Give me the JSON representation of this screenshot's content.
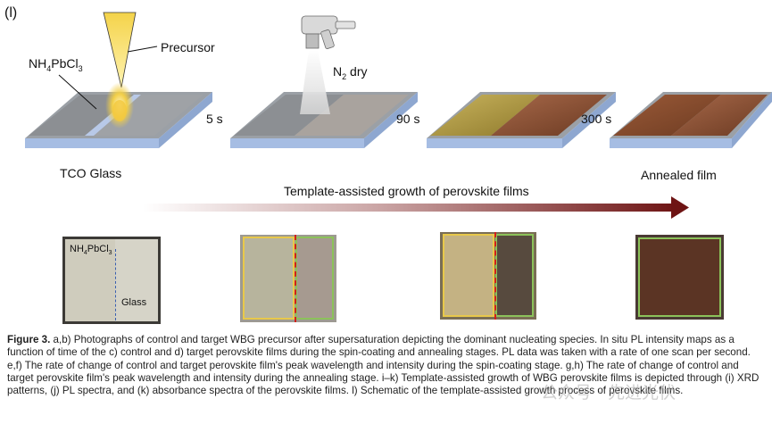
{
  "panel_label": "(l)",
  "schematic": {
    "precursor_label": "Precursor",
    "nh4pbcl3": {
      "main": "NH",
      "sub1": "4",
      "mid": "PbCl",
      "sub2": "3"
    },
    "n2dry": {
      "main": "N",
      "sub": "2",
      "rest": " dry"
    },
    "times": [
      "5 s",
      "90 s",
      "300 s"
    ],
    "tco_glass_label": "TCO Glass",
    "annealed_label": "Annealed film",
    "growth_label": "Template-assisted growth of perovskite films",
    "colors": {
      "glass_blue": "#a6bde3",
      "grey_film": "#8f9194",
      "yellow_film": "#b09a48",
      "brown_film": "#8a5235",
      "arrow_dark": "#6e1414"
    }
  },
  "photos": {
    "photo1": {
      "nh4": {
        "main": "NH",
        "sub1": "4",
        "mid": "PbCl",
        "sub2": "3"
      },
      "glass": "Glass"
    },
    "border_colors": {
      "yellow": "#e8c84a",
      "red_dashed": "#d0201c",
      "green": "#8cc25a"
    }
  },
  "caption": {
    "label": "Figure 3.",
    "text": " a,b) Photographs of control and target WBG precursor after supersaturation depicting the dominant nucleating species. In situ PL intensity maps as a function of time of the c) control and d) target perovskite films during the spin-coating and annealing stages. PL data was taken with a rate of one scan per second. e,f) The rate of change of control and target perovskite film's peak wavelength and intensity during the spin-coating stage. g,h) The rate of change of control and target perovskite film's peak wavelength and intensity during the annealing stage. i–k) Template-assisted growth of WBG perovskite films is depicted through (i) XRD patterns, (j) PL spectra, and (k) absorbance spectra of the perovskite films. l) Schematic of the template-assisted growth process of perovskite films."
  },
  "watermark": "公众号 · 先进光伏"
}
